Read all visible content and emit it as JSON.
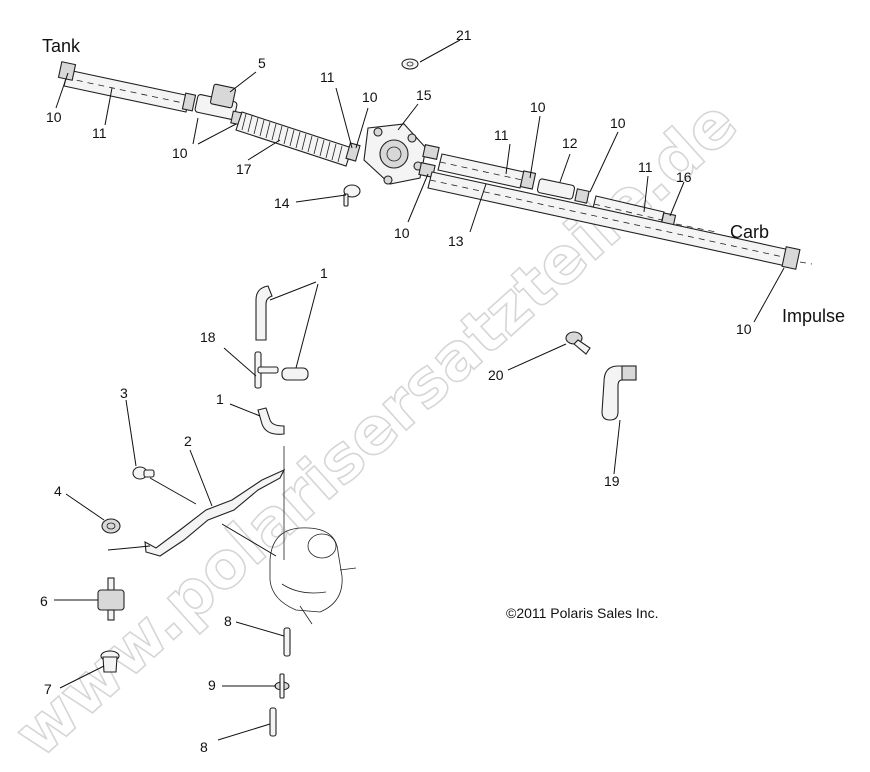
{
  "labels": {
    "tank": "Tank",
    "carb": "Carb",
    "impulse": "Impulse"
  },
  "copyright": "©2011 Polaris Sales Inc.",
  "watermark": "www.polarisersatzteile.de",
  "callouts": {
    "c21": "21",
    "c5": "5",
    "c10_tank": "10",
    "c11_tank": "11",
    "c10_valve": "10",
    "c17": "17",
    "c11_mid": "11",
    "c10_mid": "10",
    "c15": "15",
    "c14": "14",
    "c10_low": "10",
    "c13": "13",
    "c11_right": "11",
    "c10_right": "10",
    "c12": "12",
    "c10_far": "10",
    "c11_far": "11",
    "c16": "16",
    "c10_imp": "10",
    "c1_top": "1",
    "c18": "18",
    "c1_mid": "1",
    "c3": "3",
    "c2": "2",
    "c4": "4",
    "c6": "6",
    "c7": "7",
    "c8_top": "8",
    "c9": "9",
    "c8_bottom": "8",
    "c20": "20",
    "c19": "19"
  }
}
